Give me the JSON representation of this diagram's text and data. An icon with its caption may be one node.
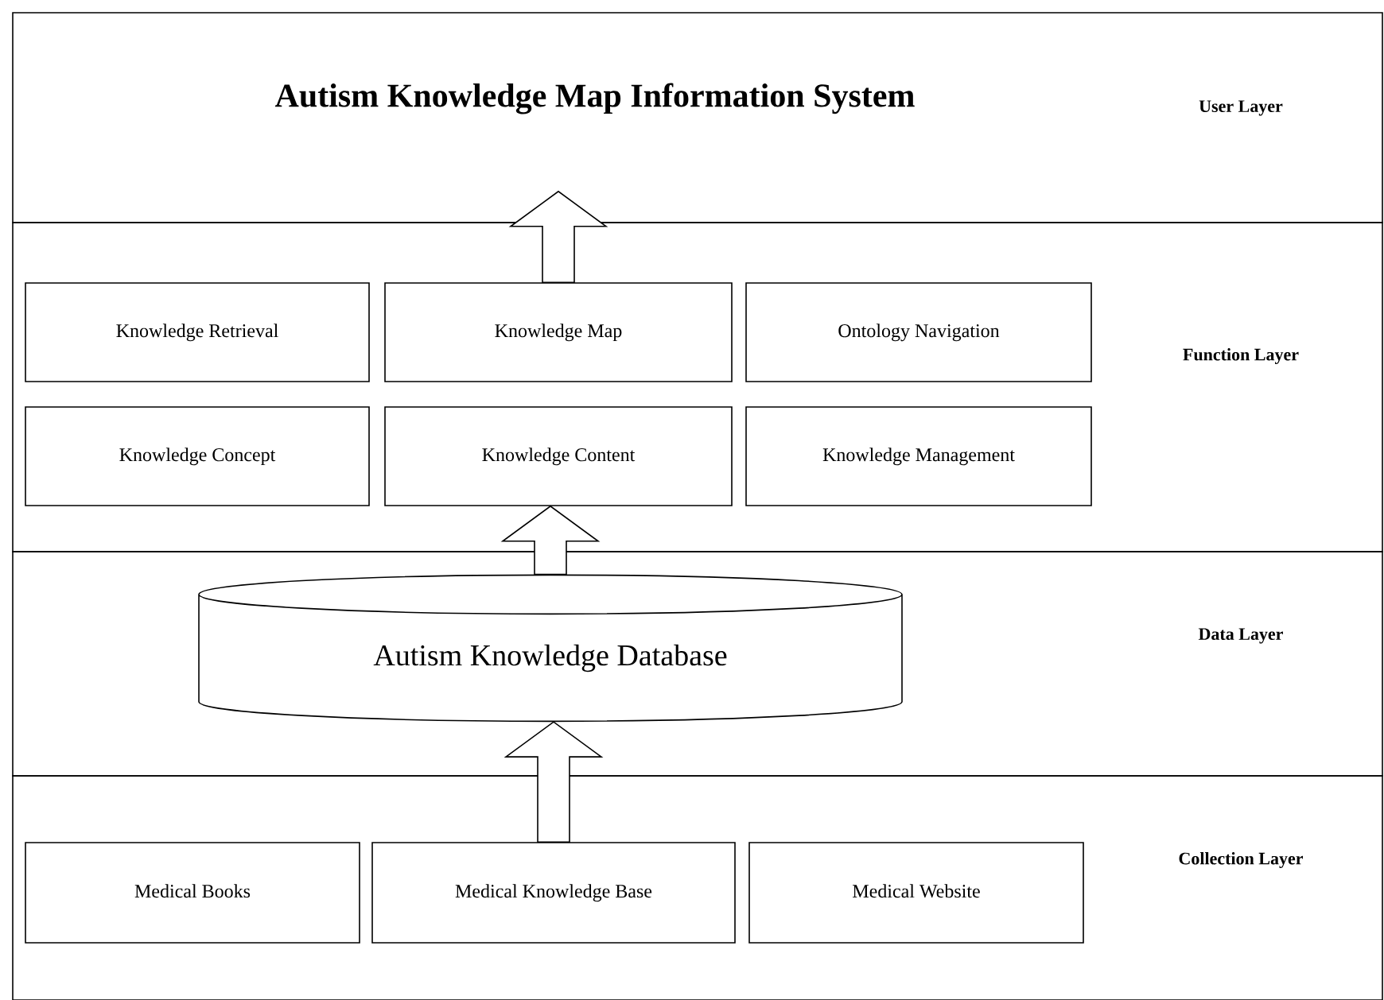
{
  "diagram": {
    "title": "Autism Knowledge Map Information System",
    "nodes": [
      {
        "text": [
          "User Layer"
        ]
      },
      {
        "text": [
          "Function Layer"
        ]
      },
      {
        "text": [
          "Knowledge Retrieval"
        ],
        "in": 1
      },
      {
        "text": [
          "Knowledge Map"
        ],
        "in": 1
      },
      {
        "text": [
          "Ontology Navigation"
        ],
        "in": 1
      },
      {
        "text": [
          "Knowledge Concept"
        ],
        "in": 1
      },
      {
        "text": [
          "Knowledge Content"
        ],
        "in": 1
      },
      {
        "text": [
          "Knowledge Management"
        ],
        "in": 1
      },
      {
        "text": [
          "Data Layer"
        ]
      },
      {
        "text": [
          "Autism Knowledge Database"
        ],
        "in": 8
      },
      {
        "text": [
          "Collection Layer"
        ]
      },
      {
        "text": [
          "Medical Books"
        ],
        "in": 10
      },
      {
        "text": [
          "Medical Knowledge Base"
        ],
        "in": 10
      },
      {
        "text": [
          "Medical Website"
        ],
        "in": 10
      }
    ],
    "edges": [
      {
        "from": 3,
        "to": 0,
        "arrow": "to"
      },
      {
        "from": 9,
        "to": 6,
        "arrow": "to"
      },
      {
        "from": 12,
        "to": 9,
        "arrow": "to"
      }
    ]
  }
}
